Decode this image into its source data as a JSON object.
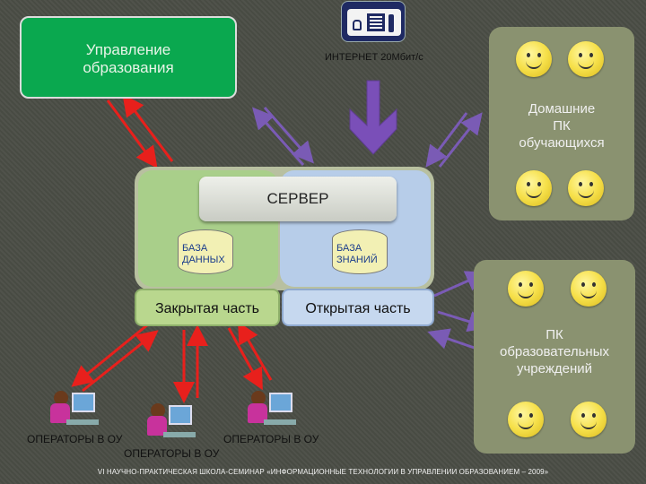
{
  "management": {
    "line1": "Управление",
    "line2": "образования"
  },
  "internet": {
    "label": "ИНТЕРНЕТ 20Мбит/с"
  },
  "home_pc": {
    "line1": "Домашние",
    "line2": "ПК",
    "line3": "обучающихся"
  },
  "school_pc": {
    "line1": "ПК",
    "line2": "образовательных",
    "line3": "учреждений"
  },
  "server": {
    "label": "СЕРВЕР"
  },
  "database": {
    "line1": "БАЗА",
    "line2": "ДАННЫХ"
  },
  "knowledge_base": {
    "line1": "БАЗА",
    "line2": "ЗНАНИЙ"
  },
  "closed_part": "Закрытая часть",
  "open_part": "Открытая часть",
  "operators": {
    "left": "ОПЕРАТОРЫ В ОУ",
    "center": "ОПЕРАТОРЫ В ОУ",
    "right": "ОПЕРАТОРЫ В ОУ"
  },
  "footer": "VI НАУЧНО-ПРАКТИЧЕСКАЯ ШКОЛА-СЕМИНАР «ИНФОРМАЦИОННЫЕ ТЕХНОЛОГИИ В УПРАВЛЕНИИ ОБРАЗОВАНИЕМ – 2009»",
  "colors": {
    "red_arrow": "#e8201c",
    "purple_arrow": "#7a5bb5",
    "green_box": "#0aa84f",
    "panel": "#8a9270"
  }
}
